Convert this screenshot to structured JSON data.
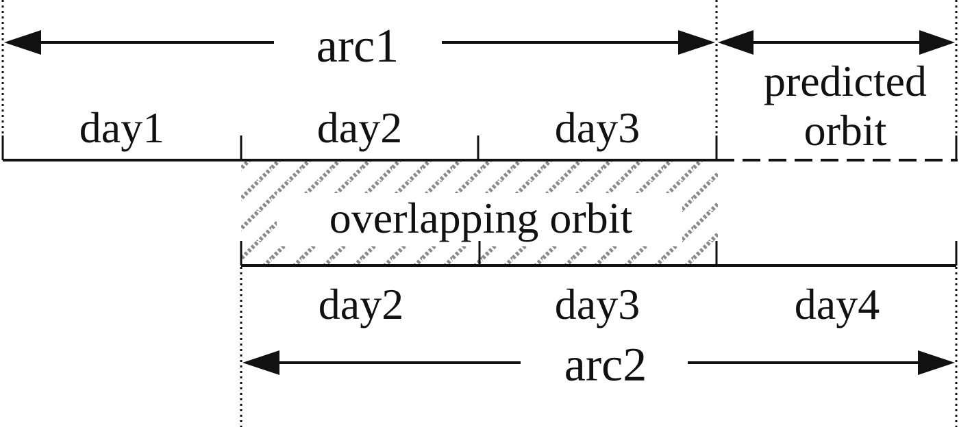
{
  "arc1": {
    "label": "arc1"
  },
  "arc2": {
    "label": "arc2"
  },
  "top_timeline": {
    "days": [
      {
        "label": "day1"
      },
      {
        "label": "day2"
      },
      {
        "label": "day3"
      }
    ],
    "predicted": {
      "line1": "predicted",
      "line2": "orbit"
    }
  },
  "overlap": {
    "label": "overlapping orbit"
  },
  "bottom_timeline": {
    "days": [
      {
        "label": "day2"
      },
      {
        "label": "day3"
      },
      {
        "label": "day4"
      }
    ]
  },
  "colors": {
    "ink": "#111111",
    "hatch": "#8a8a8a"
  }
}
